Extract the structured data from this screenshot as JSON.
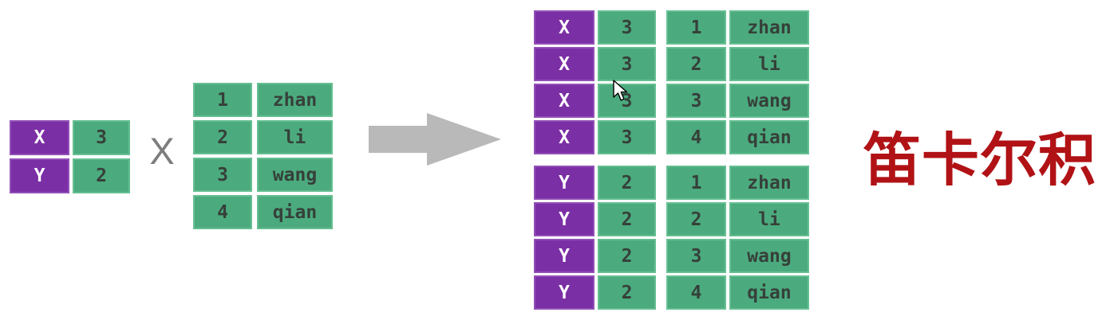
{
  "colors": {
    "purple": "#7b2fa5",
    "cell_border_purple": "#9150b8",
    "green": "#4bab7e",
    "cell_border_green": "#66bf92",
    "text_dark": "#36403a",
    "text_light": "#ffffff",
    "arrow_gray": "#b9b9b9",
    "times_gray": "#7d7d7d",
    "caption_red": "#b11215"
  },
  "left_table": {
    "rows": [
      [
        "X",
        "3"
      ],
      [
        "Y",
        "2"
      ]
    ]
  },
  "times_label": "X",
  "source_table": {
    "rows": [
      [
        "1",
        "zhan"
      ],
      [
        "2",
        "li"
      ],
      [
        "3",
        "wang"
      ],
      [
        "4",
        "qian"
      ]
    ]
  },
  "result_groups": [
    {
      "rows": [
        [
          "X",
          "3",
          "1",
          "zhan"
        ],
        [
          "X",
          "3",
          "2",
          "li"
        ],
        [
          "X",
          "3",
          "3",
          "wang"
        ],
        [
          "X",
          "3",
          "4",
          "qian"
        ]
      ]
    },
    {
      "rows": [
        [
          "Y",
          "2",
          "1",
          "zhan"
        ],
        [
          "Y",
          "2",
          "2",
          "li"
        ],
        [
          "Y",
          "2",
          "3",
          "wang"
        ],
        [
          "Y",
          "2",
          "4",
          "qian"
        ]
      ]
    }
  ],
  "caption": {
    "text": "笛卡尔积"
  },
  "icons": {
    "arrow": "arrow-right-icon",
    "cursor": "mouse-cursor-icon"
  }
}
